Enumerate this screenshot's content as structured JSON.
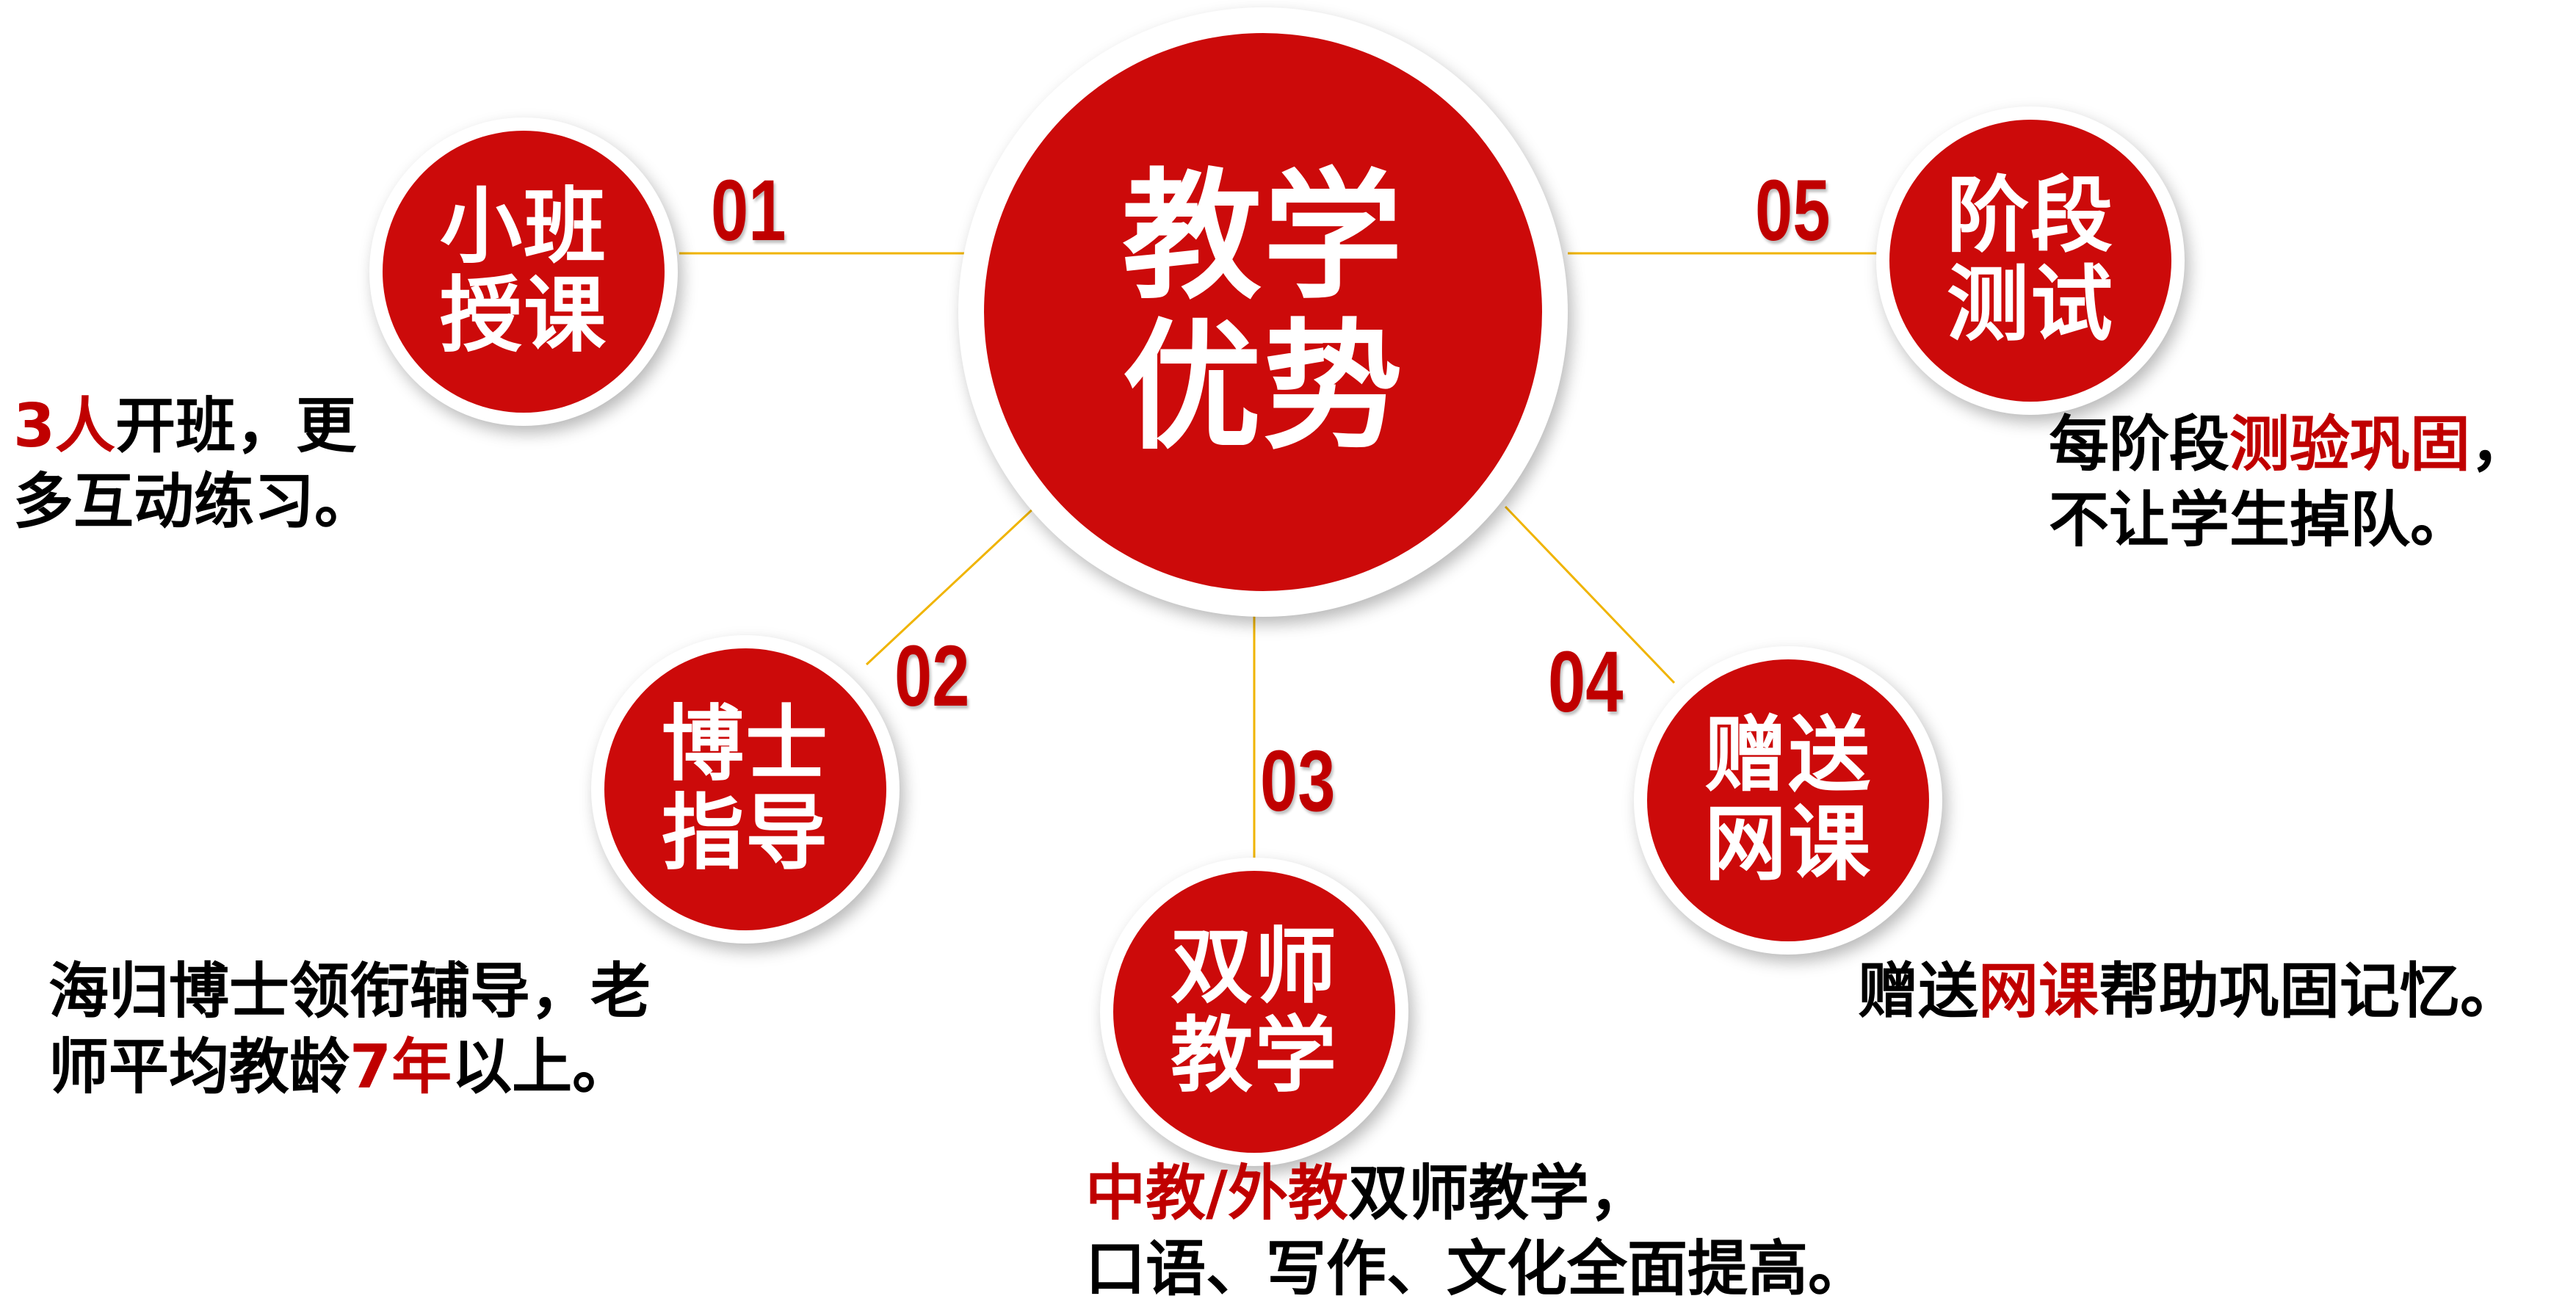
{
  "center": {
    "line1": "教学",
    "line2": "优势"
  },
  "colors": {
    "circle_red": "#cc0a0a",
    "number_red": "#c00000",
    "connector": "#f0b400",
    "text": "#000000"
  },
  "items": [
    {
      "number": "01",
      "line1": "小班",
      "line2": "授课",
      "desc": {
        "l1_hl": "3人",
        "l1_rest": "开班，更",
        "l2": "多互动练习。"
      }
    },
    {
      "number": "02",
      "line1": "博士",
      "line2": "指导",
      "desc": {
        "l1": "海归博士领衔辅导，老",
        "l2_pre": "师平均教龄",
        "l2_hl": "7年",
        "l2_post": "以上。"
      }
    },
    {
      "number": "03",
      "line1": "双师",
      "line2": "教学",
      "desc": {
        "l1_hl": "中教/外教",
        "l1_rest": "双师教学，",
        "l2": "口语、写作、文化全面提高。"
      }
    },
    {
      "number": "04",
      "line1": "赠送",
      "line2": "网课",
      "desc": {
        "l1_pre": "赠送",
        "l1_hl": "网课",
        "l1_post": "帮助巩固记忆。"
      }
    },
    {
      "number": "05",
      "line1": "阶段",
      "line2": "测试",
      "desc": {
        "l1_pre": "每阶段",
        "l1_hl": "测验巩固",
        "l1_post": "，",
        "l2": "不让学生掉队。"
      }
    }
  ]
}
